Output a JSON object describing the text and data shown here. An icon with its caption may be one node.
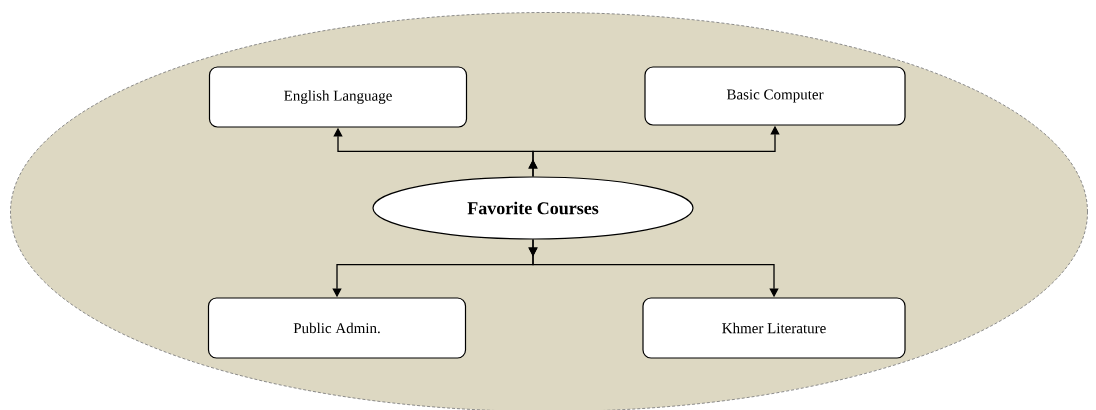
{
  "diagram": {
    "nodes": [
      {
        "text": [],
        "shape": "ellipse"
      },
      {
        "text": [
          "Favorite Courses"
        ],
        "in": 0
      },
      {
        "text": [
          "English Language"
        ],
        "in": 0
      },
      {
        "text": [
          "Basic Computer"
        ],
        "in": 0
      },
      {
        "text": [
          "Public Admin."
        ],
        "in": 0
      },
      {
        "text": [
          "Khmer Literature"
        ],
        "in": 0
      }
    ],
    "edges": [
      {
        "from": 1,
        "to": 2,
        "arrow": "to"
      },
      {
        "from": 1,
        "to": 3,
        "arrow": "to"
      },
      {
        "from": 1,
        "to": 4,
        "arrow": "to"
      },
      {
        "from": 1,
        "to": 5,
        "arrow": "to"
      }
    ]
  }
}
